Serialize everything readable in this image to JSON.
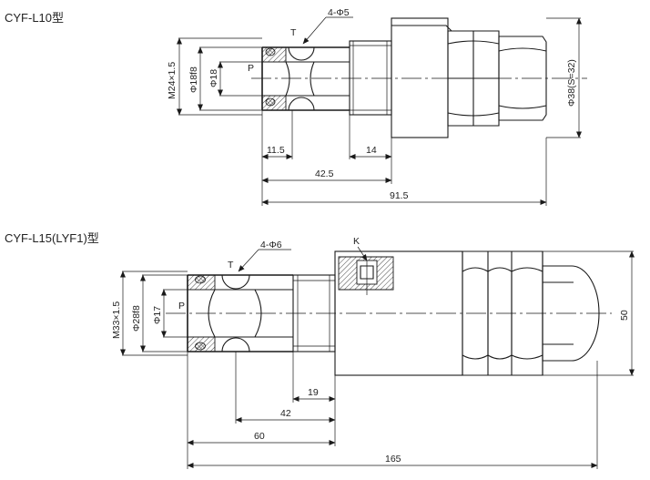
{
  "upper": {
    "title": "CYF-L10型",
    "dims": {
      "ports": "4-Φ5",
      "port_T": "T",
      "port_P": "P",
      "thread": "M24×1.5",
      "spigot": "Φ18f8",
      "bore": "Φ18",
      "hex": "Φ38(S=32)",
      "d1": "11.5",
      "d2": "14",
      "d3": "42.5",
      "d4": "91.5"
    }
  },
  "lower": {
    "title": "CYF-L15(LYF1)型",
    "dims": {
      "ports": "4-Φ6",
      "port_T": "T",
      "port_P": "P",
      "port_K": "K",
      "thread": "M33×1.5",
      "spigot": "Φ28f8",
      "bore": "Φ17",
      "height": "50",
      "d1": "19",
      "d2": "42",
      "d3": "60",
      "d4": "165"
    }
  }
}
